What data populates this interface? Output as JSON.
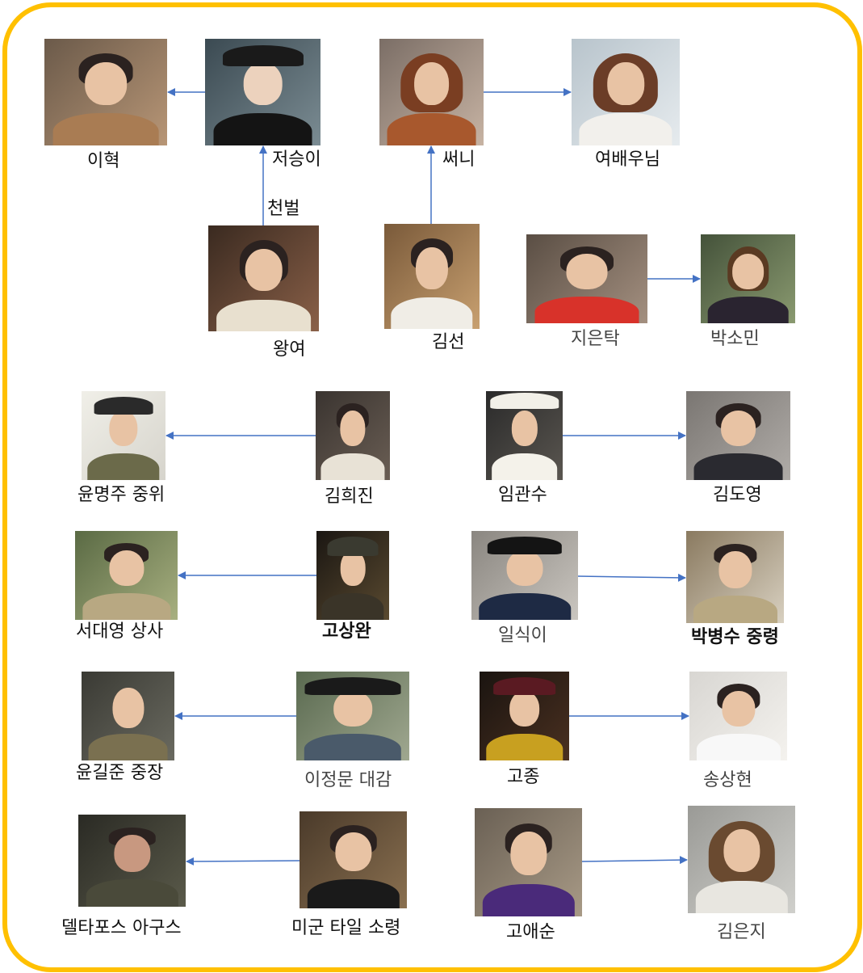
{
  "people": {
    "p01": {
      "label": "이혁"
    },
    "p02": {
      "label": "저승이"
    },
    "p03": {
      "label": "써니"
    },
    "p04": {
      "label": "여배우님"
    },
    "p05": {
      "label": "왕여"
    },
    "p06": {
      "label": "김선"
    },
    "p07": {
      "label": "지은탁"
    },
    "p08": {
      "label": "박소민"
    },
    "p09": {
      "label": "윤명주 중위"
    },
    "p10": {
      "label": "김희진"
    },
    "p11": {
      "label": "임관수"
    },
    "p12": {
      "label": "김도영"
    },
    "p13": {
      "label": "서대영 상사"
    },
    "p14": {
      "label": "고상완"
    },
    "p15": {
      "label": "일식이"
    },
    "p16": {
      "label": "박병수 중령"
    },
    "p17": {
      "label": "윤길준 중장"
    },
    "p18": {
      "label": "이정문 대감"
    },
    "p19": {
      "label": "고종"
    },
    "p20": {
      "label": "송상현"
    },
    "p21": {
      "label": "델타포스 아구스"
    },
    "p22": {
      "label": "미군 타일 소령"
    },
    "p23": {
      "label": "고애순"
    },
    "p24": {
      "label": "김은지"
    }
  },
  "edge_labels": {
    "punishment": "천벌"
  },
  "colors": {
    "frame": "#FFC000",
    "arrow": "#4472C4"
  }
}
